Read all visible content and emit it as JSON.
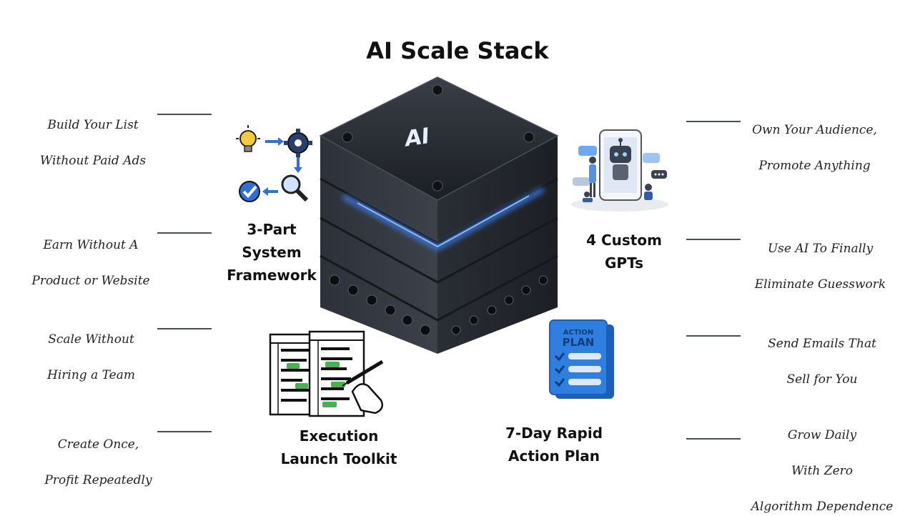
{
  "title": "AI Scale Stack",
  "cube": {
    "label": "AI"
  },
  "benefits_left": [
    {
      "line1": "Build Your List",
      "line2": "Without Paid Ads"
    },
    {
      "line1": "Earn Without A",
      "line2": "Product or Website"
    },
    {
      "line1": "Scale Without",
      "line2": "Hiring a Team"
    },
    {
      "line1": "Create Once,",
      "line2": "Profit Repeatedly"
    }
  ],
  "benefits_right": [
    {
      "line1": "Own Your Audience,",
      "line2": "Promote Anything"
    },
    {
      "line1": "Use AI To Finally",
      "line2": "Eliminate Guesswork"
    },
    {
      "line1": "Send Emails That",
      "line2": "Sell for You"
    },
    {
      "line1": "Grow Daily",
      "line2": "With Zero",
      "line3": "Algorithm Dependence"
    }
  ],
  "components": {
    "framework": {
      "line1": "3-Part",
      "line2": "System",
      "line3": "Framework"
    },
    "gpts": {
      "line1": "4 Custom",
      "line2": "GPTs"
    },
    "toolkit": {
      "line1": "Execution",
      "line2": "Launch Toolkit"
    },
    "action_plan": {
      "line1": "7-Day Rapid",
      "line2": "Action Plan"
    }
  },
  "action_plan_icon": {
    "line1": "ACTION",
    "line2": "PLAN"
  },
  "colors": {
    "accent_glow": "#3b82f6",
    "cube_dark": "#1f2228",
    "line": "#4a4f57",
    "clipboard_blue": "#2f7fe0"
  }
}
